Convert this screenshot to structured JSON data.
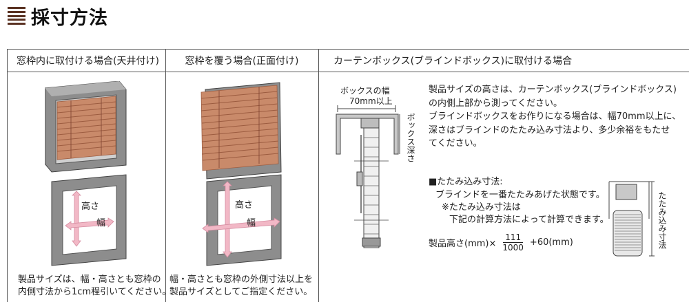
{
  "header": {
    "title": "採寸方法",
    "icon": "striped-square-icon",
    "icon_color": "#5a3222"
  },
  "columns": [
    {
      "heading": "窓枠内に取付ける場合(天井付け)",
      "labels": {
        "height": "高さ",
        "width": "幅"
      },
      "note": [
        "製品サイズは、幅・高さとも窓枠の",
        "内側寸法から1cm程引いてください。"
      ]
    },
    {
      "heading": "窓枠を覆う場合(正面付け)",
      "labels": {
        "height": "高さ",
        "width": "幅"
      },
      "note": [
        "幅・高さとも窓枠の外側寸法以上を",
        "製品サイズとしてご指定ください。"
      ]
    },
    {
      "heading": "カーテンボックス(ブラインドボックス)に取付ける場合",
      "diagram": {
        "box_width_label": "ボックスの幅",
        "box_width_min": "70mm以上",
        "box_depth_label": "ボックス深さ"
      },
      "text": [
        "製品サイズの高さは、カーテンボックス(ブラインドボックス)",
        "の内側上部から測ってください。",
        "ブラインドボックスをお作りになる場合は、幅70mm以上に、",
        "深さはブラインドのたたみ込み寸法より、多少余裕をもたせ",
        "てください。"
      ],
      "folding": {
        "heading": "■たたみ込み寸法:",
        "lines": [
          "ブラインドを一番たたみあげた状態です。",
          "※たたみ込み寸法は",
          "下記の計算方法によって計算できます。"
        ],
        "formula_prefix": "製品高さ(mm)×",
        "numerator": "111",
        "denominator": "1000",
        "formula_suffix": "+60(mm)",
        "dim_label": "たたみ込み寸法"
      }
    }
  ],
  "colors": {
    "frame": "#8d8d8d",
    "frame_dark": "#5c5c5c",
    "slat": "#c98a6a",
    "slat_dark": "#9c5c40",
    "arrow": "#f2b8c6"
  }
}
